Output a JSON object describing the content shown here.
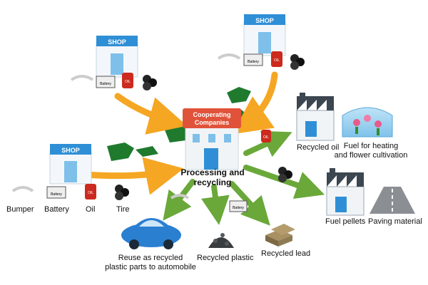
{
  "shop_label": "SHOP",
  "center_sign": [
    "Cooperating",
    "Companies"
  ],
  "center_caption": [
    "Processing and",
    "recycling"
  ],
  "item_labels": {
    "battery_tag": "Battery",
    "oil_tag": "OIL"
  },
  "inputs": {
    "bumper": "Bumper",
    "battery": "Battery",
    "oil": "Oil",
    "tire": "Tire"
  },
  "outputs": {
    "recycled_oil": "Recycled oil",
    "fuel_heating": [
      "Fuel for heating",
      "and flower cultivation"
    ],
    "fuel_pellets": "Fuel pellets",
    "paving": "Paving material",
    "reuse": [
      "Reuse as recycled",
      "plastic parts to automobile"
    ],
    "recycled_plastic": "Recycled plastic",
    "recycled_lead": "Recycled lead"
  },
  "colors": {
    "shop_blue": "#2f8fd6",
    "sign_red": "#e0533a",
    "input_arrow": "#f5a623",
    "output_arrow": "#6aa83a",
    "japan_green": "#1f7a2e",
    "oil_red": "#cc2a1e",
    "car_blue": "#2b7fd0"
  }
}
